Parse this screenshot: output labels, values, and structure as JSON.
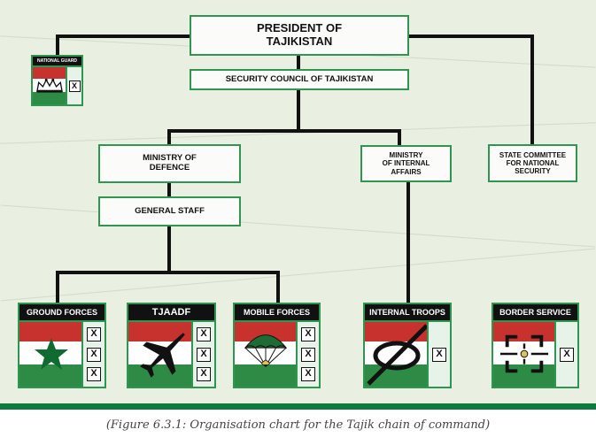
{
  "org_chart": {
    "president": "PRESIDENT OF\nTAJIKISTAN",
    "security_council": "SECURITY COUNCIL OF TAJIKISTAN",
    "national_guard": "NATIONAL GUARD",
    "ministry_of_defence": "MINISTRY OF\nDEFENCE",
    "general_staff": "GENERAL STAFF",
    "ministry_internal_affairs": "MINISTRY\nOF INTERNAL\nAFFAIRS",
    "state_committee": "STATE COMMITTEE\nFOR NATIONAL\nSECURITY",
    "units": [
      {
        "label": "GROUND FORCES",
        "icon": "star-icon",
        "echelon": "XXX"
      },
      {
        "label": "TJAADF",
        "icon": "fighter-jet-icon",
        "echelon": "XXX"
      },
      {
        "label": "MOBILE FORCES",
        "icon": "parachute-icon",
        "echelon": "XXX"
      },
      {
        "label": "INTERNAL TROOPS",
        "icon": "crossed-oval-icon",
        "echelon": "X"
      },
      {
        "label": "BORDER SERVICE",
        "icon": "border-crosshair-icon",
        "echelon": "X"
      }
    ],
    "echelon_mark": "X"
  },
  "caption": "(Figure 6.3.1: Organisation chart for the Tajik chain of command)",
  "colors": {
    "background": "#e9efe1",
    "box_border": "#2f9652",
    "flag_red": "#c8322e",
    "flag_white": "#ffffff",
    "flag_green": "#2e8b45",
    "header_black": "#111111",
    "bottom_rule": "#0e7a3f"
  }
}
